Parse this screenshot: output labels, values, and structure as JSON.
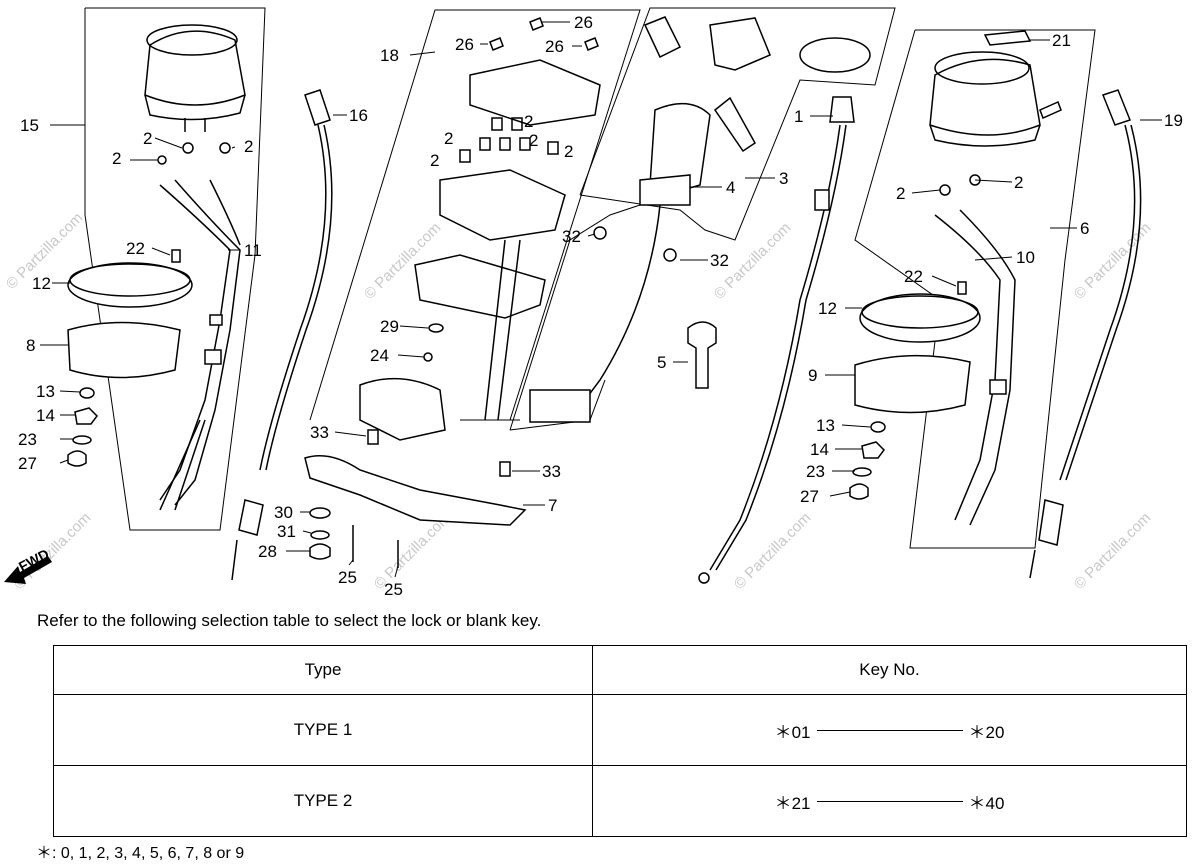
{
  "watermark": "© Partzilla.com",
  "direction_label": "FWD",
  "callouts": {
    "c1": "1",
    "c2a": "2",
    "c2b": "2",
    "c2c": "2",
    "c2d": "2",
    "c2e": "2",
    "c2f": "2",
    "c2g": "2",
    "c2h": "2",
    "c2i": "2",
    "c3": "3",
    "c4": "4",
    "c5": "5",
    "c6": "6",
    "c7": "7",
    "c8": "8",
    "c9": "9",
    "c10": "10",
    "c11": "11",
    "c12a": "12",
    "c12b": "12",
    "c13a": "13",
    "c13b": "13",
    "c14a": "14",
    "c14b": "14",
    "c15": "15",
    "c16": "16",
    "c18": "18",
    "c19": "19",
    "c21": "21",
    "c22a": "22",
    "c22b": "22",
    "c23a": "23",
    "c23b": "23",
    "c24": "24",
    "c25a": "25",
    "c25b": "25",
    "c26a": "26",
    "c26b": "26",
    "c26c": "26",
    "c27a": "27",
    "c27b": "27",
    "c28": "28",
    "c29": "29",
    "c30": "30",
    "c31": "31",
    "c32a": "32",
    "c32b": "32",
    "c33a": "33",
    "c33b": "33"
  },
  "selection": {
    "caption": "Refer to the following selection table to select the lock or blank key.",
    "headers": {
      "type": "Type",
      "key_no": "Key No."
    },
    "rows": [
      {
        "type": "TYPE 1",
        "from": "＊01",
        "to": "＊20"
      },
      {
        "type": "TYPE 2",
        "from": "＊21",
        "to": "＊40"
      }
    ],
    "footnote": "＊: 0, 1, 2, 3, 4, 5, 6, 7, 8 or 9"
  }
}
